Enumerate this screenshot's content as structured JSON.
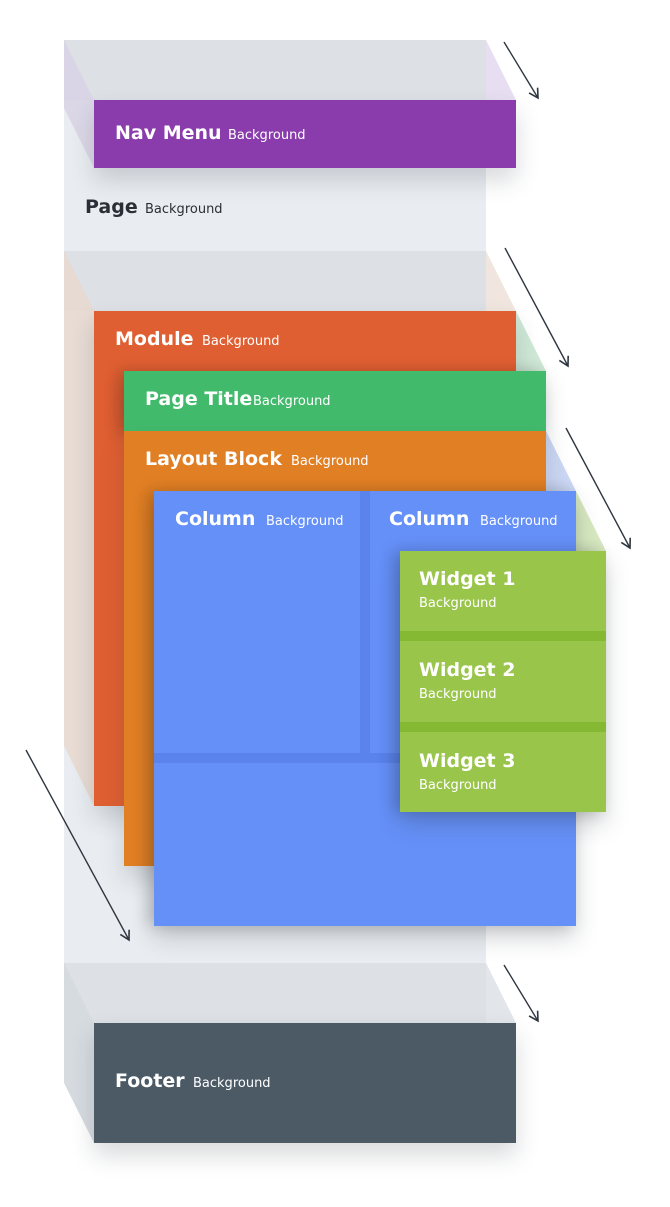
{
  "colors": {
    "page": "#e9edf1",
    "nav_menu": "#8a3cac",
    "module": "#e05f32",
    "page_title": "#42ba6c",
    "layout_block": "#e17f24",
    "column": "#6590f7",
    "widget": "#9ac54b",
    "footer": "#4c5a66"
  },
  "layers": {
    "nav_menu": {
      "title": "Nav Menu",
      "sub": "Background"
    },
    "page": {
      "title": "Page",
      "sub": "Background"
    },
    "module": {
      "title": "Module",
      "sub": "Background"
    },
    "page_title": {
      "title": "Page Title",
      "sub": "Background"
    },
    "layout_block": {
      "title": "Layout Block",
      "sub": "Background"
    },
    "column_1": {
      "title": "Column",
      "sub": "Background"
    },
    "column_2": {
      "title": "Column",
      "sub": "Background"
    },
    "widget_1": {
      "title": "Widget 1",
      "sub": "Background"
    },
    "widget_2": {
      "title": "Widget 2",
      "sub": "Background"
    },
    "widget_3": {
      "title": "Widget 3",
      "sub": "Background"
    },
    "footer": {
      "title": "Footer",
      "sub": "Background"
    }
  }
}
